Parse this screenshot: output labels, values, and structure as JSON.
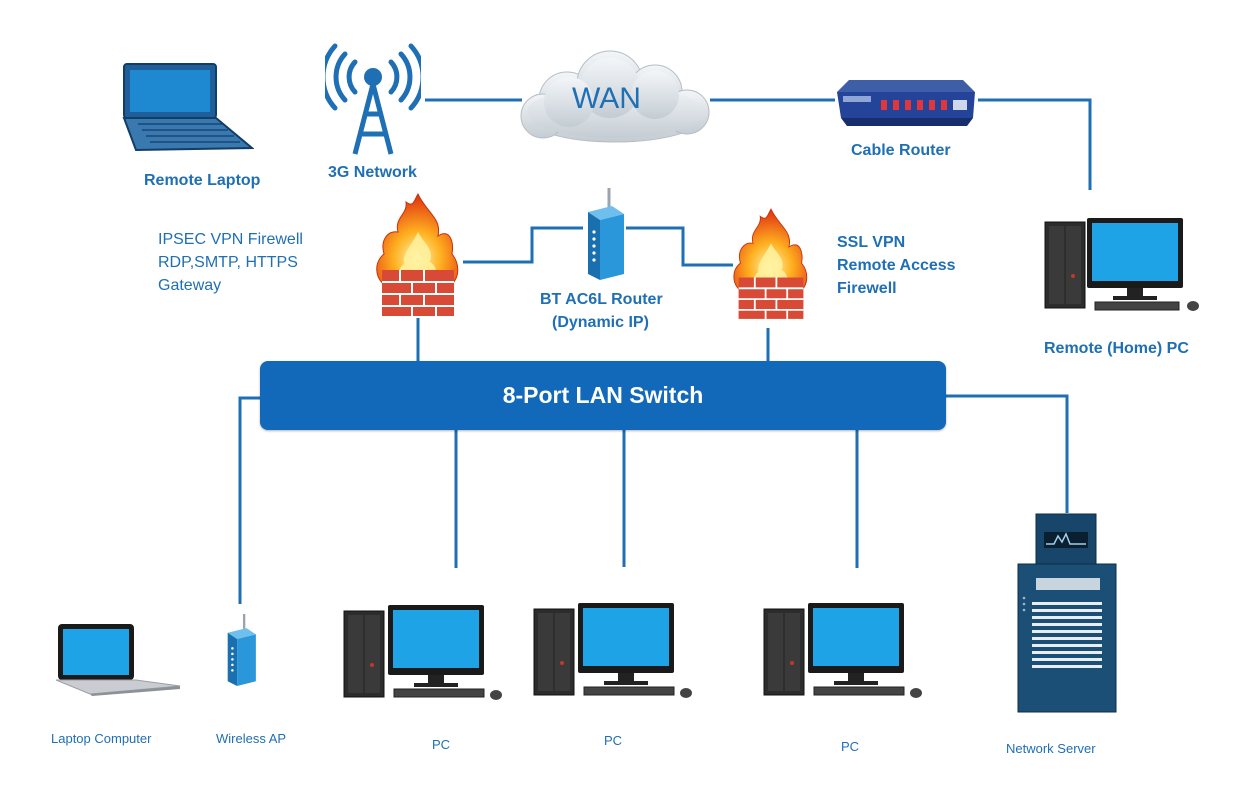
{
  "labels": {
    "wan": "WAN",
    "remote_laptop": "Remote Laptop",
    "g3_network": "3G Network",
    "cable_router": "Cable Router",
    "ipsec_line1": "IPSEC VPN Firewell",
    "ipsec_line2": "RDP,SMTP, HTTPS",
    "ipsec_line3": "Gateway",
    "bt_line1": "BT AC6L Router",
    "bt_line2": "(Dynamic IP)",
    "ssl_line1": "SSL VPN",
    "ssl_line2": "Remote Access",
    "ssl_line3": "Firewell",
    "remote_home_pc": "Remote (Home) PC",
    "switch": "8-Port LAN Switch",
    "laptop_computer": "Laptop Computer",
    "wireless_ap": "Wireless AP",
    "pc1": "PC",
    "pc2": "PC",
    "pc3": "PC",
    "network_server": "Network Server"
  },
  "colors": {
    "wire": "#1f6fb5",
    "switch": "#1268b9",
    "label": "#1f6fb5"
  }
}
